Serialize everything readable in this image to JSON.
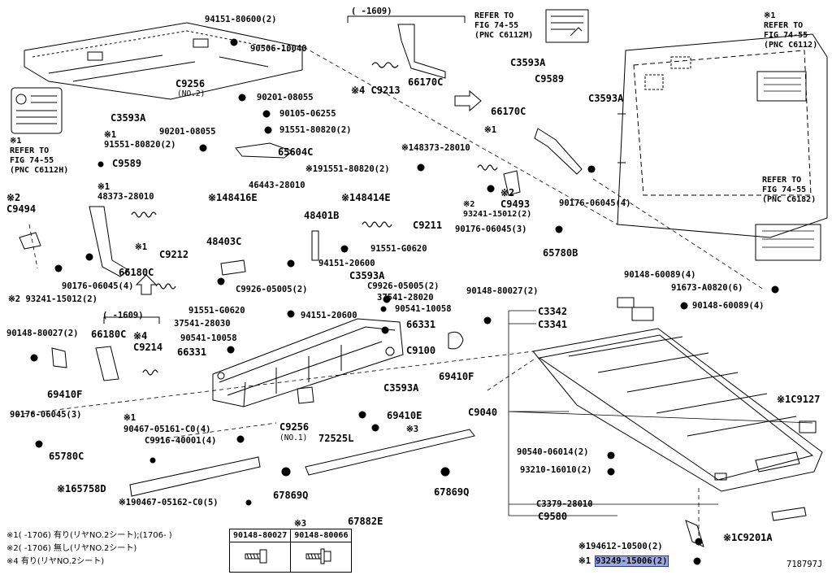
{
  "diagram_id": "718797J",
  "references": {
    "left": "※1\nREFER TO\nFIG 74-55\n(PNC C6112H)",
    "top": "REFER TO\nFIG 74-55\n(PNC C6112M)",
    "top_right": "※1\nREFER TO\nFIG 74-55\n(PNC C6112)",
    "right": "REFER TO\nFIG 74-55\n(PNC C6182)"
  },
  "date_ranges": {
    "top": "( -1609)",
    "left": "( -1609)"
  },
  "parts": {
    "p94151_80600": "94151-80600(2)",
    "p90506_10040": "90506-10040",
    "c9256_no2": "C9256",
    "c9256_no2_sub": "(NO.2)",
    "p90201_08055a": "90201-08055",
    "p90105_06255": "90105-06255",
    "p90201_08055b": "90201-08055",
    "p91551_80820a": "91551-80820(2)",
    "c3593a_1": "C3593A",
    "x1_a": "※1",
    "p91551_80820b": "91551-80820(2)",
    "c65604c": "65604C",
    "c9589_left": "C9589",
    "p46443_28010": "46443-28010",
    "x1_b": "※1",
    "p48373_28010a": "48373-28010",
    "x1_48416e": "※148416E",
    "x2_c9494": "※2\nC9494",
    "x1_c": "※1",
    "c66180c_a": "66180C",
    "p90176_06045a": "90176-06045(4)",
    "x2_93241a": "※2 93241-15012(2)",
    "x4_c9213": "※4 C9213",
    "c66170c_top": "66170C",
    "c3593a_2": "C3593A",
    "c9589_mid": "C9589",
    "c66170c_mid": "66170C",
    "c3593a_3": "C3593A",
    "x1_d": "※1",
    "x1_48373b": "※148373-28010",
    "x1_91551c": "※191551-80820(2)",
    "x1_48414e": "※148414E",
    "x2_c9493": "※2\nC9493",
    "x2_93241b": "※2\n93241-15012(2)",
    "p90176_06045b": "90176-06045(4)",
    "c48401b": "48401B",
    "c9211": "C9211",
    "c48403c": "48403C",
    "p91551_g0620a": "91551-G0620",
    "c9212": "C9212",
    "p94151_20600a": "94151-20600",
    "c3593a_4": "C3593A",
    "p9926_05005a": "C9926-05005(2)",
    "p9926_05005b": "C9926-05005(2)",
    "p37541_28020": "37541-28020",
    "p91551_g0620b": "91551-G0620",
    "p37541_28030": "37541-28030",
    "p94151_20600b": "94151-20600",
    "p90541_10058a": "90541-10058",
    "p90541_10058b": "90541-10058",
    "c66331a": "66331",
    "c66331b": "66331",
    "p90176_06045c": "90176-06045(3)",
    "c65780b": "65780B",
    "p90148_80027a": "90148-80027(2)",
    "c66180c_b": "66180C",
    "x4_c9214": "※4\nC9214",
    "c69410f_a": "69410F",
    "c69410f_b": "69410F",
    "p90148_80027b": "90148-80027(2)",
    "c9100": "C9100",
    "c3593a_5": "C3593A",
    "p90148_60089a": "90148-60089(4)",
    "p91673_a0820": "91673-A0820(6)",
    "p90148_60089b": "90148-60089(4)",
    "c3342": "C3342",
    "c3341": "C3341",
    "p90176_06045d": "90176-06045(3)",
    "x1_e": "※1",
    "p90467_05161": "90467-05161-C0(4)",
    "p9916_40001": "C9916-40001(4)",
    "c65780c": "65780C",
    "c9256_no1": "C9256",
    "c9256_no1_sub": "(NO.1)",
    "c72525l": "72525L",
    "c69410e": "69410E",
    "x3": "※3",
    "c9040": "C9040",
    "x1_c9127": "※1C9127",
    "x1_65758d": "※165758D",
    "x1_90467_05162": "※190467-05162-C0(5)",
    "c67869q_a": "67869Q",
    "c67869q_b": "67869Q",
    "c67882e": "67882E",
    "p90540_06014": "90540-06014(2)",
    "p93210_16010": "93210-16010(2)",
    "p3379_28010": "C3379-28010",
    "c9580": "C9580",
    "x1_c9201a": "※1C9201A",
    "x1_94612": "※194612-10500(2)",
    "x1_93249_prefix": "※1",
    "x1_93249": "93249-15006(2)"
  },
  "notes": [
    "※1(    -1706) 有り(リヤNO.2シート);(1706-    )",
    "※2(    -1706) 無し(リヤNO.2シート)",
    "※4 有り(リヤNO.2シート)"
  ],
  "x3_table": {
    "title": "※3",
    "col1": "90148-80027",
    "col2": "90148-80066"
  },
  "label_icons": {
    "warning_label": "caution-label-icon"
  }
}
